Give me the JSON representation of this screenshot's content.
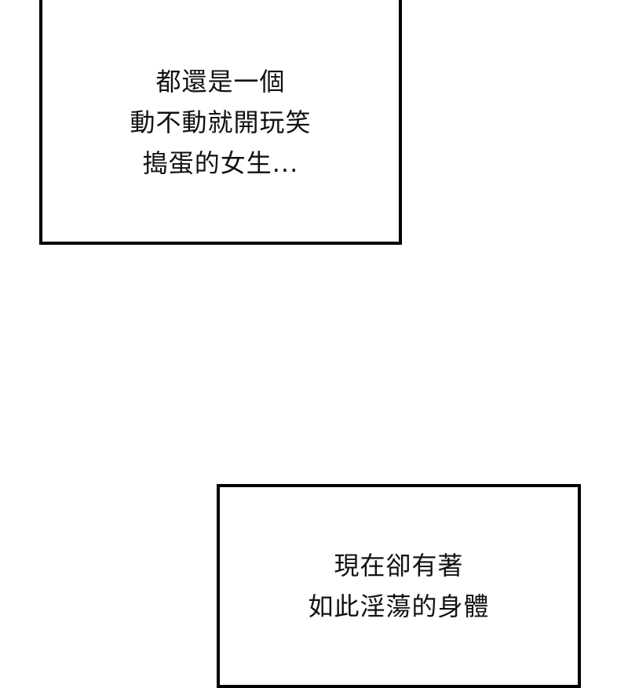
{
  "page": {
    "background": "#ffffff",
    "border_color": "#000000",
    "text_color": "#111111"
  },
  "captions": [
    {
      "lines": [
        "都還是一個",
        "動不動就開玩笑",
        "搗蛋的女生..."
      ]
    },
    {
      "lines": [
        "現在卻有著",
        "如此淫蕩的身體"
      ]
    }
  ]
}
